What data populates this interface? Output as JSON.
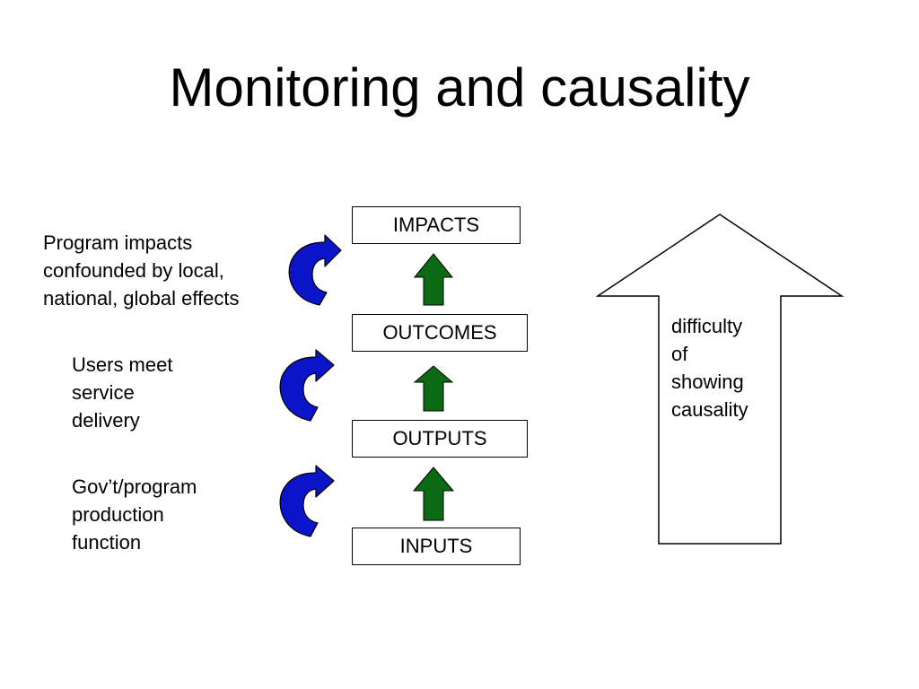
{
  "title": "Monitoring and causality",
  "chain": {
    "impacts": "IMPACTS",
    "outcomes": "OUTCOMES",
    "outputs": "OUTPUTS",
    "inputs": "INPUTS"
  },
  "notes": {
    "impacts": [
      "Program impacts",
      "confounded by local,",
      "national, global effects"
    ],
    "outcomes": [
      "Users meet",
      "service",
      "delivery"
    ],
    "outputs": [
      "Gov’t/program",
      "production",
      "function"
    ]
  },
  "big_arrow_label": [
    "difficulty",
    "of",
    "showing",
    "causality"
  ],
  "colors": {
    "chain_arrow": "#0a6b14",
    "curved_arrow": "#0a14c8",
    "outline": "#000000",
    "background": "#ffffff"
  },
  "icons": {
    "chain_arrow": "up-arrow-icon",
    "curved_arrow": "curved-arrow-icon",
    "big_arrow": "large-up-arrow-icon"
  }
}
